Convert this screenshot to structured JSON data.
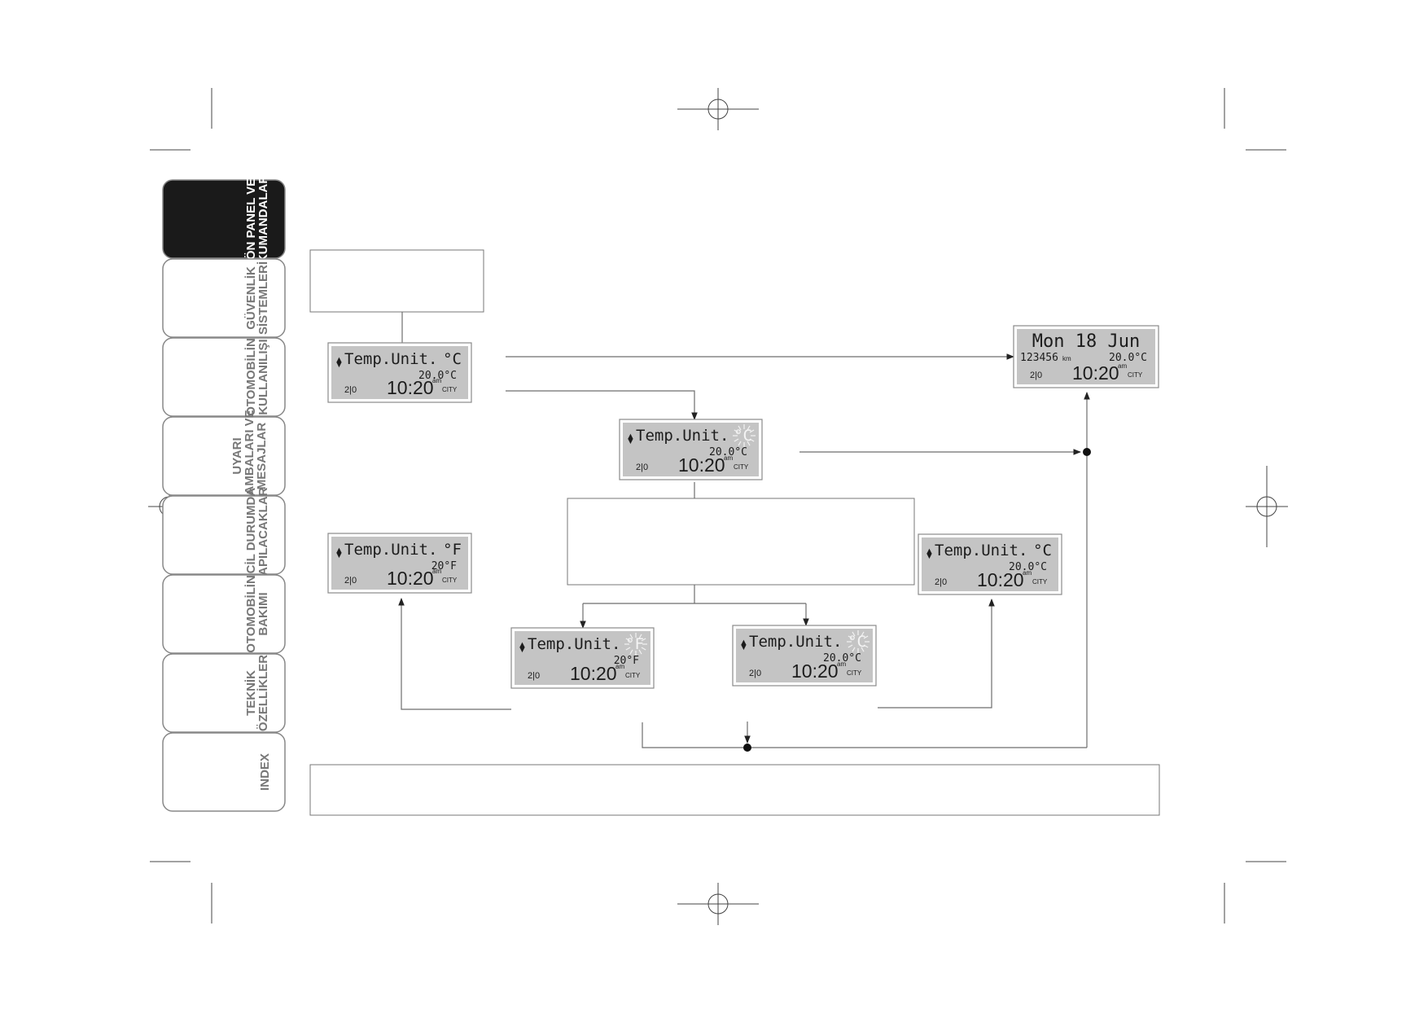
{
  "nav_tabs": [
    {
      "lines": [
        "ÖN PANEL VE",
        "KUMANDALAR"
      ],
      "active": true
    },
    {
      "lines": [
        "GÜVENLİK",
        "SİSTEMLERİ"
      ],
      "active": false
    },
    {
      "lines": [
        "OTOMOBİLİN",
        "KULLANILIŞI"
      ],
      "active": false
    },
    {
      "lines": [
        "UYARI",
        "LAMBALARI VE",
        "MESAJLAR"
      ],
      "active": false
    },
    {
      "lines": [
        "ACİL DURUMDA",
        "YAPILACAKLAR"
      ],
      "active": false
    },
    {
      "lines": [
        "OTOMOBİLİN",
        "BAKIMI"
      ],
      "active": false
    },
    {
      "lines": [
        "TEKNİK",
        "ÖZELLİKLER"
      ],
      "active": false
    },
    {
      "lines": [
        "INDEX"
      ],
      "active": false
    }
  ],
  "displays": {
    "start": {
      "menu": "Temp.Unit.",
      "unit": "°C",
      "temp": "20.0°C",
      "time": "10:20",
      "ampm": "am",
      "mode": "CITY",
      "odo_icon": "2|0",
      "blink": false
    },
    "blinking_c": {
      "menu": "Temp.Unit.",
      "unit": "°C",
      "temp": "20.0°C",
      "time": "10:20",
      "ampm": "am",
      "mode": "CITY",
      "odo_icon": "2|0",
      "blink": true
    },
    "fahrenheit": {
      "menu": "Temp.Unit.",
      "unit": "°F",
      "temp": "20°F",
      "time": "10:20",
      "ampm": "am",
      "mode": "CITY",
      "odo_icon": "2|0",
      "blink": false
    },
    "blinking_f": {
      "menu": "Temp.Unit.",
      "unit": "°F",
      "temp": "20°F",
      "time": "10:20",
      "ampm": "am",
      "mode": "CITY",
      "odo_icon": "2|0",
      "blink": true
    },
    "blinking_c_2": {
      "menu": "Temp.Unit.",
      "unit": "°C",
      "temp": "20.0°C",
      "time": "10:20",
      "ampm": "am",
      "mode": "CITY",
      "odo_icon": "2|0",
      "blink": true
    },
    "celsius": {
      "menu": "Temp.Unit.",
      "unit": "°C",
      "temp": "20.0°C",
      "time": "10:20",
      "ampm": "am",
      "mode": "CITY",
      "odo_icon": "2|0",
      "blink": false
    },
    "standard": {
      "date": "Mon 18 Jun",
      "odometer": "123456",
      "odo_unit": "km",
      "temp": "20.0°C",
      "time": "10:20",
      "ampm": "am",
      "mode": "CITY",
      "odo_icon": "2|0"
    }
  },
  "colors": {
    "lcd_bg": "#c4c4c4",
    "frame": "#8a8a8a",
    "tab_active": "#1a1a1a",
    "line": "#6d6d6d"
  }
}
